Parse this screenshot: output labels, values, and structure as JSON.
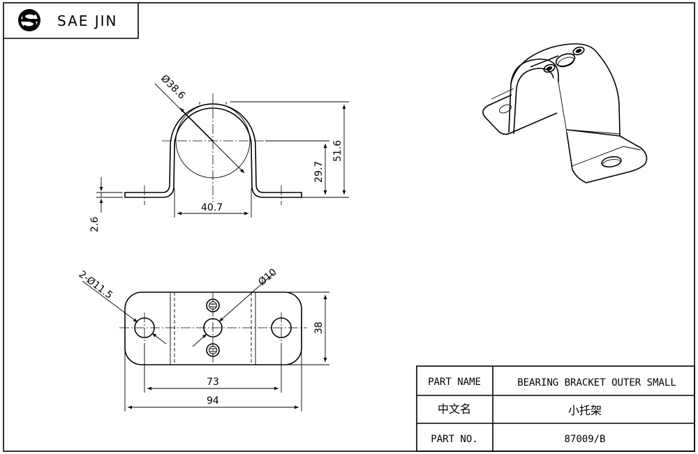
{
  "company": {
    "logo_icon": "sj-logo-icon",
    "name": "SAE JIN"
  },
  "dimensions": {
    "front_view": {
      "bore_diameter": "Ø38.6",
      "overall_height": "51.6",
      "center_height": "29.7",
      "inner_width": "40.7",
      "thickness": "2.6"
    },
    "top_view": {
      "mount_holes": "2-Ø11.5",
      "center_hole": "Ø10",
      "width": "38",
      "hole_spacing": "73",
      "overall_length": "94"
    }
  },
  "title_block": {
    "part_name_label": "PART NAME",
    "part_name_value": "BEARING BRACKET OUTER SMALL",
    "chinese_name_label": "中文名",
    "chinese_name_value": "小托架",
    "part_no_label": "PART NO.",
    "part_no_value": "87009/B"
  }
}
